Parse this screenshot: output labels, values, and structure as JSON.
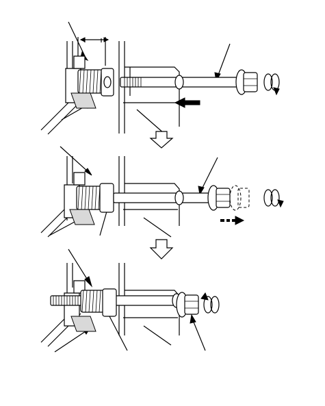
{
  "figure": {
    "panels": [
      {
        "id": "step-1",
        "shows": "bolt-threading-in"
      },
      {
        "id": "step-2",
        "shows": "bolt-removal"
      },
      {
        "id": "step-3",
        "shows": "bolt-reinstalled"
      }
    ],
    "colors": {
      "line": "#000000",
      "shade": "#d9d9d9",
      "background": "#ffffff"
    }
  }
}
